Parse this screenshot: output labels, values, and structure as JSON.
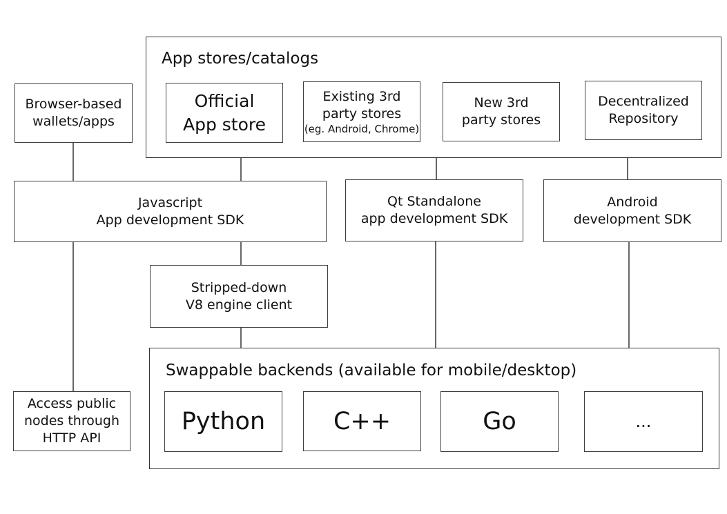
{
  "colors": {
    "background": "#ffffff",
    "box_border": "#3f3f3f",
    "group_border": "#333333",
    "connector_line": "#666666",
    "text": "#111111"
  },
  "app_stores": {
    "title": "App stores/catalogs",
    "official": {
      "line1": "Official",
      "line2": "App store"
    },
    "existing": {
      "line1": "Existing 3rd",
      "line2": "party stores",
      "note": "(eg. Android, Chrome)"
    },
    "new_third": {
      "line1": "New 3rd",
      "line2": "party stores"
    },
    "decentralized": {
      "line1": "Decentralized",
      "line2": "Repository"
    }
  },
  "browser_wallets": {
    "line1": "Browser-based",
    "line2": "wallets/apps"
  },
  "sdks": {
    "javascript": {
      "line1": "Javascript",
      "line2": "App development SDK"
    },
    "qt": {
      "line1": "Qt Standalone",
      "line2": "app development SDK"
    },
    "android": {
      "line1": "Android",
      "line2": "development SDK"
    }
  },
  "v8_client": {
    "line1": "Stripped-down",
    "line2": "V8 engine client"
  },
  "backends": {
    "title": "Swappable backends (available for mobile/desktop)",
    "python": "Python",
    "cpp": "C++",
    "go": "Go",
    "more": "..."
  },
  "access_nodes": {
    "line1": "Access public",
    "line2": "nodes through",
    "line3": "HTTP API"
  }
}
